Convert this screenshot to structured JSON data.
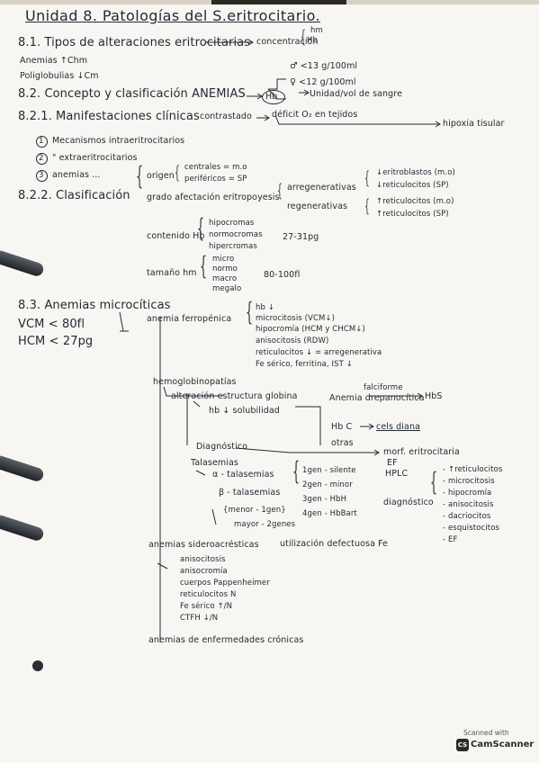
{
  "title": "Unidad 8. Patologías del S.eritrocitario.",
  "hm_hb": {
    "hm": "hm",
    "hb": "Hb",
    "concentracion": "concentración"
  },
  "s81": {
    "heading": "8.1. Tipos de alteraciones eritrocitarias",
    "anemias": "Anemias ↑Chm",
    "poliglobulias": "Poliglobulias ↓Cm"
  },
  "limits": {
    "male": "♂ <13 g/100ml",
    "female": "♀ <12 g/100ml"
  },
  "s82": {
    "heading": "8.2. Concepto y clasificación ANEMIAS",
    "hb": "Hb",
    "unidad": "Unidad/vol de sangre"
  },
  "s821": {
    "heading": "8.2.1. Manifestaciones clínicas",
    "contrasto": "contrastado",
    "deficit": "déficit O₂ en tejidos",
    "hipoxia": "hipoxia tisular"
  },
  "mechanisms": {
    "n1": "1",
    "m1": "Mecanismos intraeritrocitarios",
    "n2": "2",
    "m2": "\" extraeritrocitarios",
    "n3": "3",
    "m3": "anemias ..."
  },
  "s822": {
    "heading": "8.2.2. Clasificación",
    "origen": "origen",
    "origen_items": [
      "centrales = m.o",
      "periféricos = SP"
    ],
    "grado": "grado afectación eritropoyesis",
    "regen": "regenerativas",
    "arregen": "arregenerativas",
    "regen_items": [
      "↑reticulocitos (m.o)",
      "↑reticulocitos (SP)"
    ],
    "arregen_items": [
      "↓eritroblastos (m.o)",
      "↓reticulocitos (SP)"
    ],
    "contenido": "contenido Hb",
    "contenido_items": [
      "hipocromas",
      "normocromas",
      "hipercromas"
    ],
    "contenido_range": "27-31pg",
    "tamano": "tamaño hm",
    "tamano_items": [
      "micro",
      "normo",
      "macro",
      "megalo"
    ],
    "tamano_range": "80-100fl"
  },
  "s83": {
    "heading": "8.3. Anemias microcíticas",
    "vcm": "VCM < 80fl",
    "hcm": "HCM < 27pg",
    "ferropenica": "anemia ferropénica",
    "ferro_items": [
      "hb ↓",
      "microcitosis (VCM↓)",
      "hipocromía (HCM y CHCM↓)",
      "anisocitosis (RDW)",
      "reticulocitos ↓ = arregenerativa",
      "Fe sérico, ferritina, IST ↓"
    ],
    "hemoglobinopatias": "hemoglobinopatías",
    "alteracion": "alteración estructura globina",
    "drepano": "Anemia drepanocítica",
    "falciforme": "falciforme",
    "hbs": "HbS",
    "hb_sol": "hb ↓ solubilidad",
    "hbc": "Hb C",
    "cels_diana": "cels diana",
    "otras": "otras",
    "diagnostico": "Diagnóstico",
    "morf": "morf. eritrocitaria",
    "ef": "EF",
    "hplc": "HPLC",
    "talasemias": "Talasemias",
    "alpha": "α - talasemias",
    "beta": "β - talasemias",
    "minor": "{menor - 1gen}",
    "mayor": "mayor - 2genes",
    "genes": [
      "1gen - silente",
      "2gen - minor",
      "3gen - HbH",
      "4gen - HbBart"
    ],
    "diag2": "diagnóstico",
    "diag_items": [
      "- ↑reticulocitos",
      "- microcitosis",
      "- hipocromía",
      "- anisocitosis",
      "- dacriocitos",
      "- esquistocitos",
      "- EF"
    ],
    "sidero": "anemias sideroacrésticas",
    "sidero_def": "utilización defectuosa Fe",
    "sidero_items": [
      "anisocitosis",
      "anisocromía",
      "cuerpos Pappenheimer",
      "reticulocitos N",
      "Fe sérico ↑/N",
      "CTFH ↓/N"
    ],
    "cronicas": "anemias de enfermedades crónicas"
  },
  "scanner": {
    "scanned_with": "Scanned with",
    "brand": "CamScanner",
    "icon_text": "CS"
  }
}
